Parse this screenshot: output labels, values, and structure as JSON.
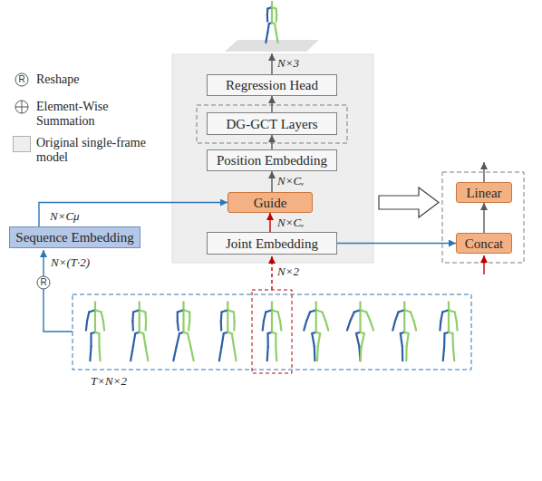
{
  "diagram": {
    "nodes": [
      {
        "text": [
          "Regression Head"
        ]
      },
      {
        "text": [
          "DG-GCT Layers"
        ]
      },
      {
        "text": [
          "Position Embedding"
        ]
      },
      {
        "text": [
          "Guide"
        ]
      },
      {
        "text": [
          "Joint Embedding"
        ]
      },
      {
        "text": [
          "Sequence Embedding"
        ]
      },
      {
        "text": [
          "Linear"
        ]
      },
      {
        "text": [
          "Concat"
        ]
      }
    ],
    "edges": [
      {
        "from": 4,
        "to": 3,
        "arrow": "to"
      },
      {
        "from": 3,
        "to": 2,
        "arrow": "to"
      },
      {
        "from": 2,
        "to": 1,
        "arrow": "to"
      },
      {
        "from": 1,
        "to": 0,
        "arrow": "to"
      },
      {
        "from": 5,
        "to": 3,
        "arrow": "to"
      },
      {
        "from": 4,
        "to": 7,
        "arrow": "to"
      },
      {
        "from": 7,
        "to": 6,
        "arrow": "to"
      }
    ],
    "labels": [
      "N×3",
      "N×Cᵥ",
      "N×Cᵥ",
      "N×Cμ",
      "N×(T·2)",
      "N×2",
      "T×N×2",
      "R",
      "R"
    ],
    "legend": [
      {
        "text": "Reshape"
      },
      {
        "text": "Element-Wise Summation"
      },
      {
        "text": "Original single-frame model",
        "color": "#eeeeee"
      }
    ]
  }
}
